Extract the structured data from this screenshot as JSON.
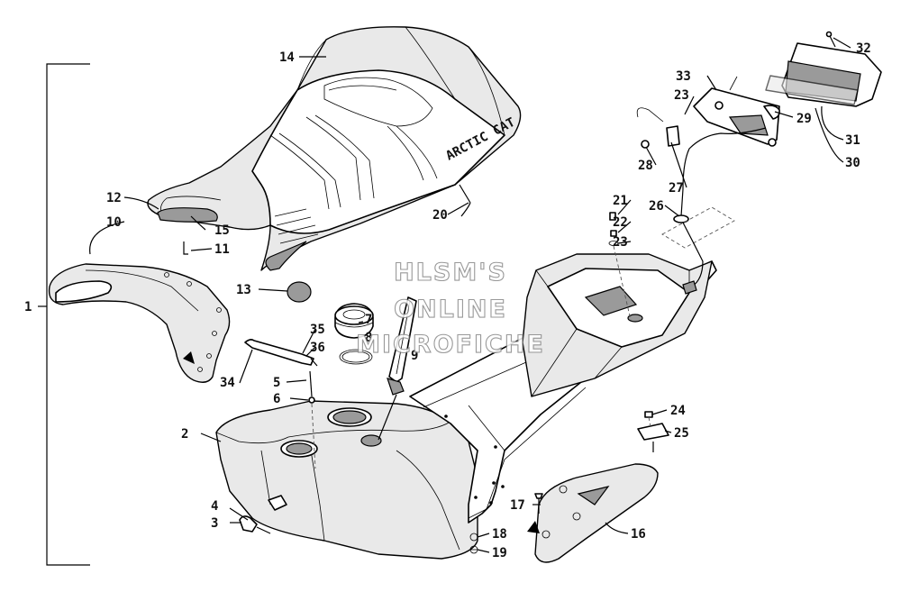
{
  "watermark": [
    "HLSM'S",
    "ONLINE",
    "MICROFICHE"
  ],
  "seat_logo": "ARCTIC CAT",
  "callouts": [
    "1",
    "2",
    "3",
    "4",
    "5",
    "6",
    "7",
    "8",
    "9",
    "10",
    "11",
    "12",
    "13",
    "14",
    "15",
    "16",
    "17",
    "18",
    "19",
    "20",
    "21",
    "22",
    "23",
    "23",
    "24",
    "25",
    "26",
    "27",
    "28",
    "29",
    "30",
    "31",
    "32",
    "33",
    "34",
    "35",
    "36"
  ]
}
